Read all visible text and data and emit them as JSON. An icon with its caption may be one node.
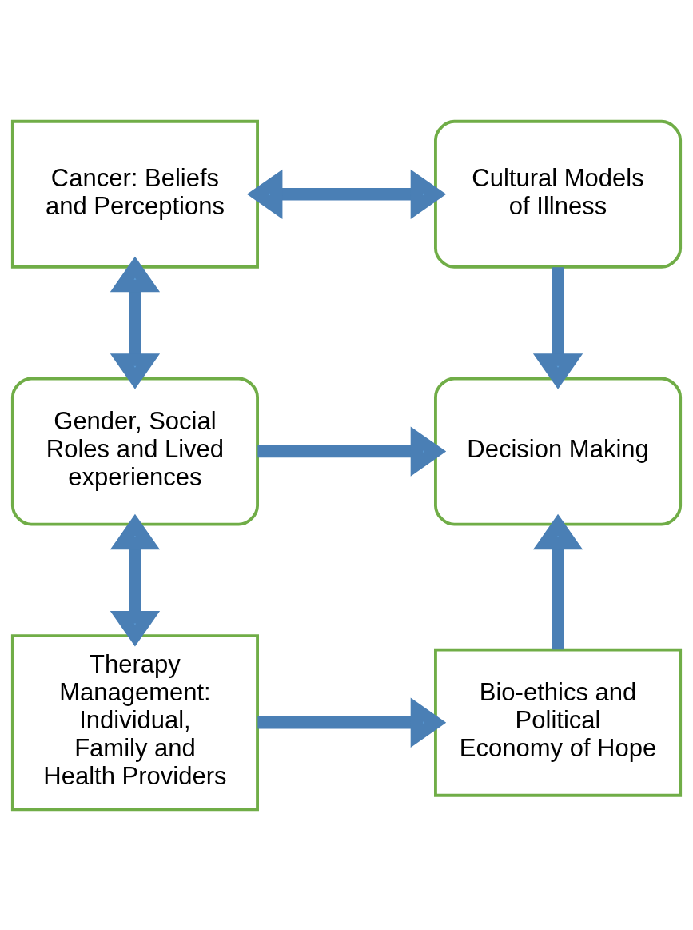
{
  "diagram": {
    "nodes": [
      {
        "text": [
          "Cancer: Beliefs and Perceptions"
        ]
      },
      {
        "text": [
          "Cultural Models of Illness"
        ]
      },
      {
        "text": [
          "Gender, Social Roles and Lived experiences"
        ]
      },
      {
        "text": [
          "Decision Making"
        ]
      },
      {
        "text": [
          "Therapy Management: Individual, Family and Health Providers"
        ]
      },
      {
        "text": [
          "Bio-ethics and Political Economy of Hope"
        ]
      }
    ],
    "edges": [
      {
        "from": 0,
        "to": 1,
        "arrow": "both"
      },
      {
        "from": 0,
        "to": 2,
        "arrow": "both"
      },
      {
        "from": 1,
        "to": 3,
        "arrow": "to"
      },
      {
        "from": 2,
        "to": 3,
        "arrow": "to"
      },
      {
        "from": 2,
        "to": 4,
        "arrow": "both"
      },
      {
        "from": 4,
        "to": 5,
        "arrow": "to"
      },
      {
        "from": 5,
        "to": 3,
        "arrow": "to"
      }
    ]
  }
}
